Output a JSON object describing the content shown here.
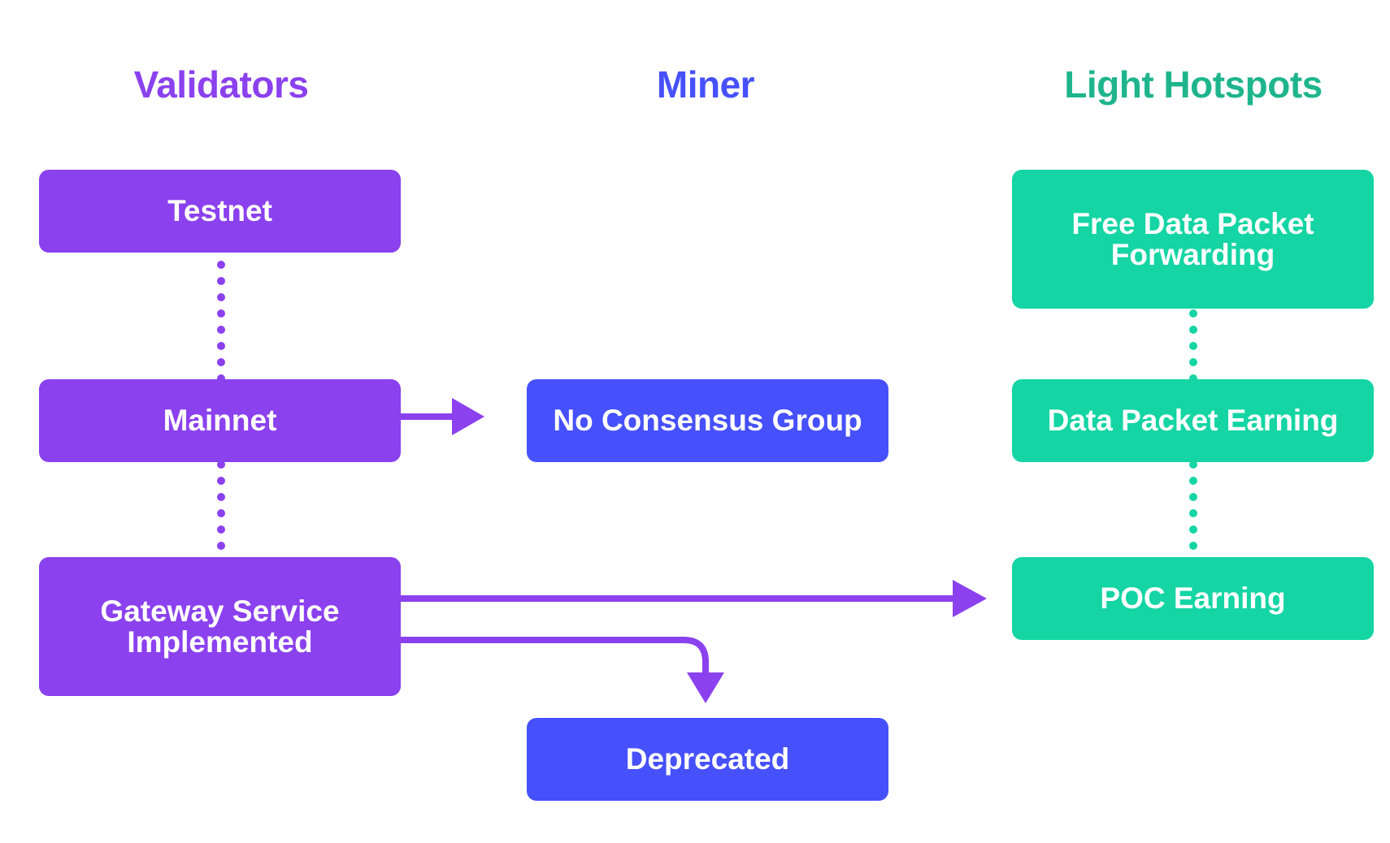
{
  "colors": {
    "validators": "#8b41ee",
    "miner": "#4650fb",
    "hotspots": "#14d5a3",
    "hotspots_heading": "#1fb58c"
  },
  "headings": {
    "validators": "Validators",
    "miner": "Miner",
    "hotspots": "Light Hotspots"
  },
  "nodes": {
    "testnet": "Testnet",
    "mainnet": "Mainnet",
    "gateway": "Gateway Service\nImplemented",
    "no_consensus": "No Consensus Group",
    "deprecated": "Deprecated",
    "free_data": "Free Data Packet\nForwarding",
    "data_earning": "Data Packet Earning",
    "poc_earning": "POC Earning"
  }
}
